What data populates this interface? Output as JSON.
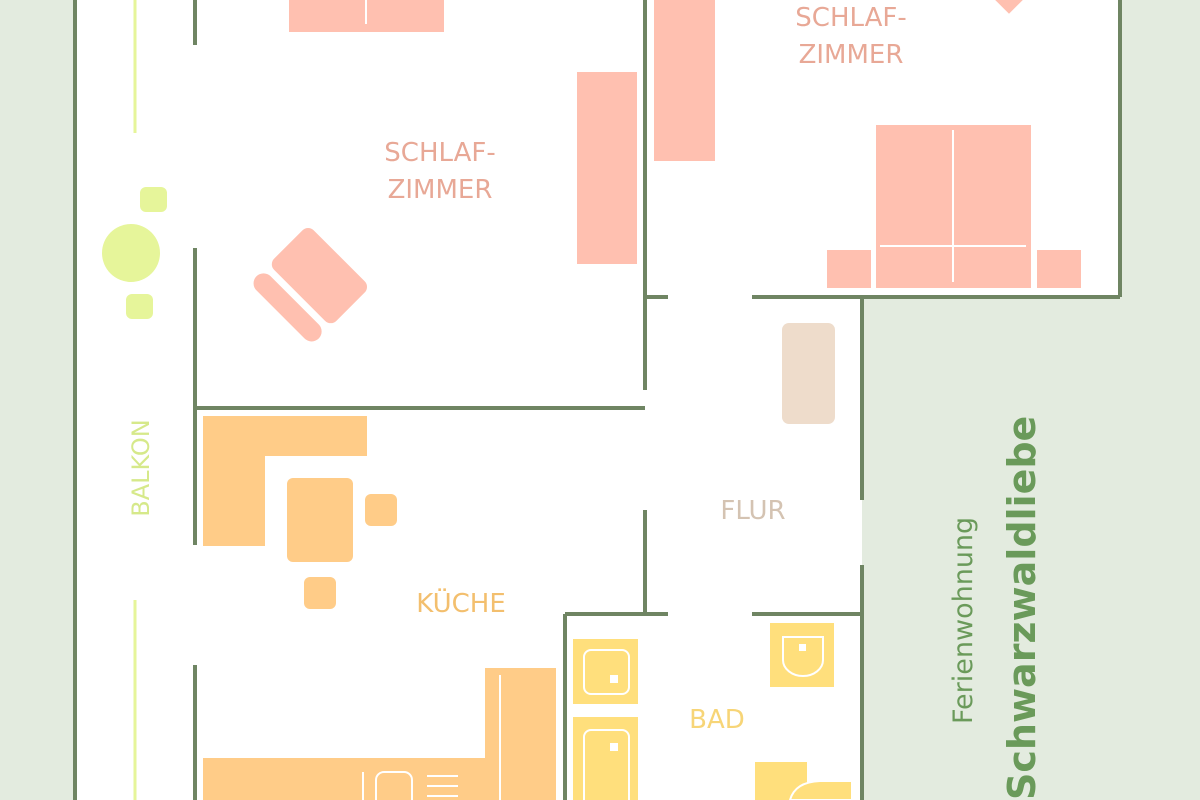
{
  "rooms": {
    "bedroom_left": [
      "SCHLAF-",
      "ZIMMER"
    ],
    "bedroom_right": [
      "SCHLAF-",
      "ZIMMER"
    ],
    "kitchen": "KÜCHE",
    "hall": "FLUR",
    "bath": "BAD",
    "balcony": "BALKON"
  },
  "title": {
    "subtitle": "Ferienwohnung",
    "name": "Schwarzwaldliebe"
  },
  "colors": {
    "background": "#e3ebdf",
    "wall": "#6f8563",
    "bedroom": "#ffc0b0",
    "bedroom_text": "#e8a896",
    "kitchen": "#ffcc88",
    "kitchen_text": "#f3bf6e",
    "bath": "#ffdf7c",
    "bath_text": "#f7d577",
    "hall_item": "#eedccb",
    "hall_text": "#d4c3b2",
    "balcony": "#e6f59a",
    "balcony_text": "#d6e98a",
    "title_text": "#6a9a5a"
  }
}
